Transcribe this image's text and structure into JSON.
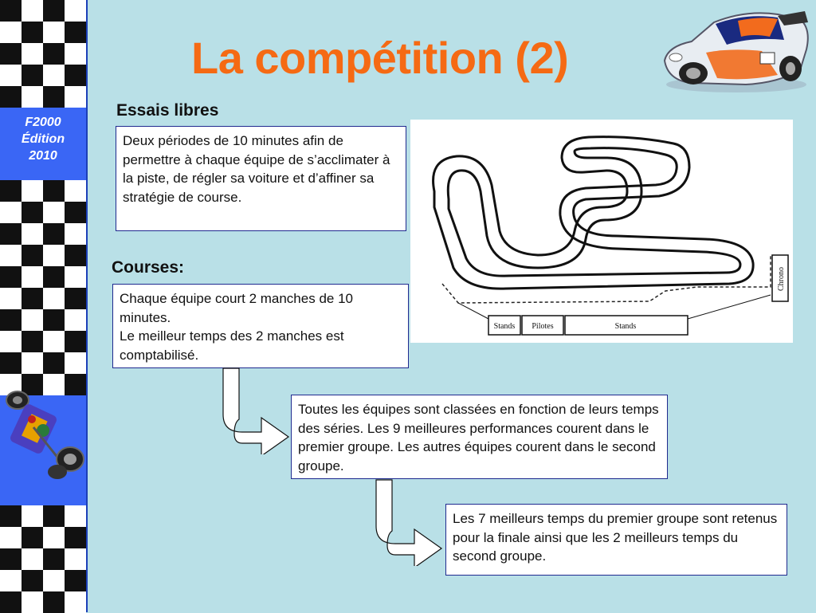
{
  "page": {
    "title": "La compétition (2)",
    "edition_line1": "F2000",
    "edition_line2": "Édition",
    "edition_line3": "2010"
  },
  "sections": {
    "essais_heading": "Essais libres",
    "essais_text": "Deux périodes de 10 minutes afin de permettre à chaque équipe de s’acclimater à la piste, de régler sa voiture et d’affiner sa stratégie de course.",
    "courses_heading": "Courses:",
    "courses_text_1": "Chaque équipe court 2 manches de 10 minutes.",
    "courses_text_2": "Le meilleur temps des 2 manches est comptabilisé.",
    "classement_text": "Toutes les équipes sont classées en fonction de leurs temps des séries. Les 9 meilleures performances courent dans le premier groupe. Les autres équipes courent dans le second groupe.",
    "finale_text": "Les 7 meilleurs temps du premier groupe sont retenus pour la finale ainsi que les 2 meilleurs temps du second groupe."
  },
  "track": {
    "stands_left": "Stands",
    "pilotes": "Pilotes",
    "stands_right": "Stands",
    "chrono": "Chrono"
  },
  "colors": {
    "background": "#b9e0e7",
    "sidebar": "#3a66f5",
    "title": "#f56a14",
    "box_border": "#1f2a8f"
  }
}
